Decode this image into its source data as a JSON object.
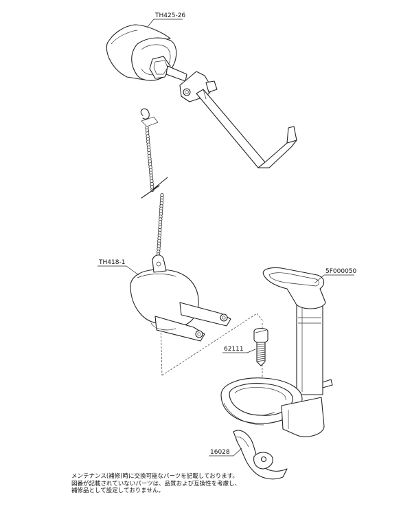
{
  "parts": {
    "lever_handle": {
      "part_no": "TH425-26"
    },
    "flapper": {
      "part_no": "TH418-1"
    },
    "overflow_valve": {
      "part_no": "5F000050"
    },
    "screw": {
      "part_no": "62111"
    },
    "clip": {
      "part_no": "16028"
    }
  },
  "note": {
    "line1": "メンテナンス(補修)時に交換可能なパーツを記載しております。",
    "line2": "図番が記載されていないパーツは、品質および互換性を考慮し、",
    "line3": "補修品として設定しておりません。"
  }
}
